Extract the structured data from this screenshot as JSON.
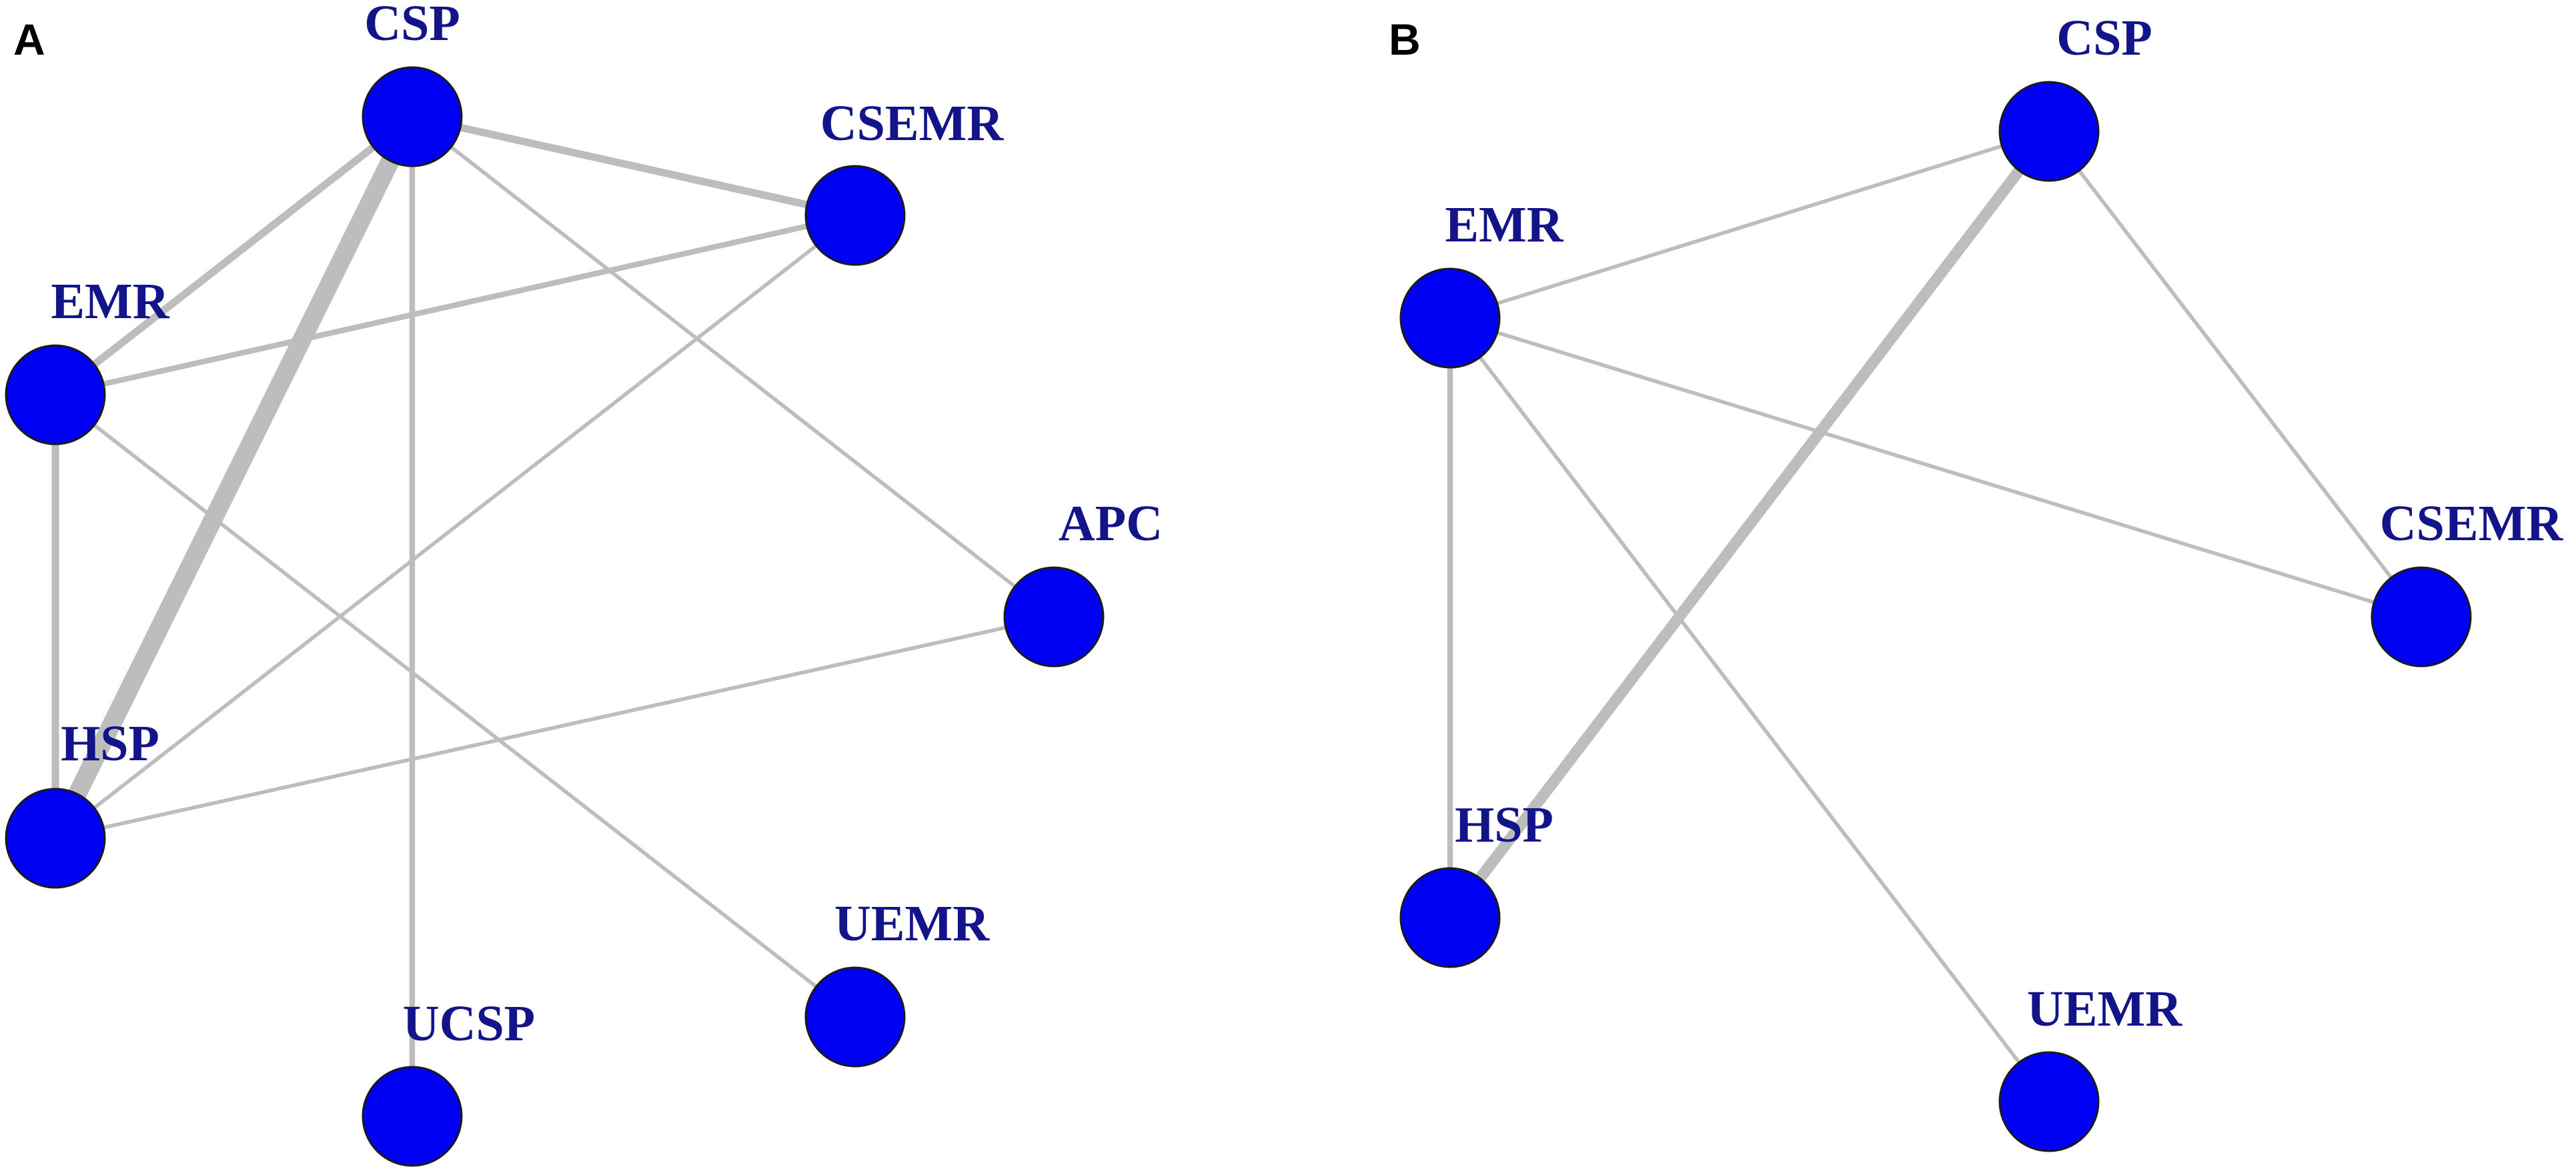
{
  "panels": [
    {
      "id": "A",
      "letter": "A",
      "nodes": [
        {
          "id": "CSP",
          "label": "CSP"
        },
        {
          "id": "CSEMR",
          "label": "CSEMR"
        },
        {
          "id": "EMR",
          "label": "EMR"
        },
        {
          "id": "APC",
          "label": "APC"
        },
        {
          "id": "HSP",
          "label": "HSP"
        },
        {
          "id": "UEMR",
          "label": "UEMR"
        },
        {
          "id": "UCSP",
          "label": "UCSP"
        }
      ],
      "edges": [
        {
          "from": "CSP",
          "to": "HSP",
          "weight": 5
        },
        {
          "from": "CSP",
          "to": "CSEMR",
          "weight": 2
        },
        {
          "from": "CSP",
          "to": "EMR",
          "weight": 2
        },
        {
          "from": "CSP",
          "to": "UCSP",
          "weight": 1.5
        },
        {
          "from": "CSP",
          "to": "APC",
          "weight": 1
        },
        {
          "from": "EMR",
          "to": "CSEMR",
          "weight": 1.5
        },
        {
          "from": "EMR",
          "to": "HSP",
          "weight": 2
        },
        {
          "from": "EMR",
          "to": "UEMR",
          "weight": 1
        },
        {
          "from": "CSEMR",
          "to": "HSP",
          "weight": 1
        },
        {
          "from": "HSP",
          "to": "APC",
          "weight": 1
        }
      ]
    },
    {
      "id": "B",
      "letter": "B",
      "nodes": [
        {
          "id": "CSP",
          "label": "CSP"
        },
        {
          "id": "EMR",
          "label": "EMR"
        },
        {
          "id": "CSEMR",
          "label": "CSEMR"
        },
        {
          "id": "HSP",
          "label": "HSP"
        },
        {
          "id": "UEMR",
          "label": "UEMR"
        }
      ],
      "edges": [
        {
          "from": "CSP",
          "to": "HSP",
          "weight": 3
        },
        {
          "from": "CSP",
          "to": "EMR",
          "weight": 1
        },
        {
          "from": "CSP",
          "to": "CSEMR",
          "weight": 1
        },
        {
          "from": "EMR",
          "to": "CSEMR",
          "weight": 1
        },
        {
          "from": "EMR",
          "to": "HSP",
          "weight": 1.5
        },
        {
          "from": "EMR",
          "to": "UEMR",
          "weight": 1
        }
      ]
    }
  ]
}
